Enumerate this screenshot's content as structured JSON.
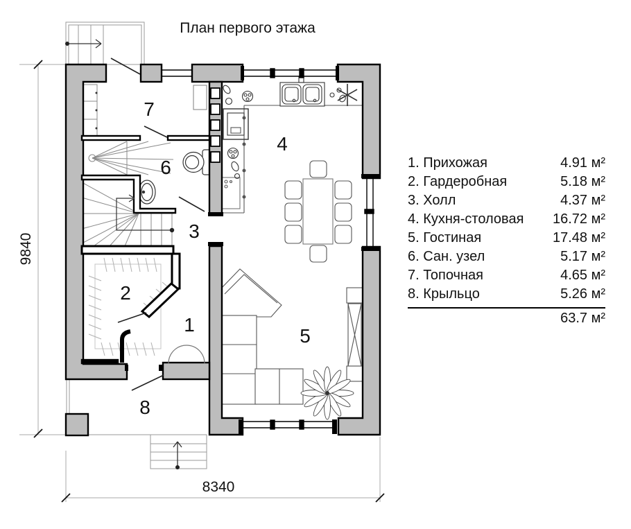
{
  "title": "План первого этажа",
  "legend": {
    "rooms": [
      {
        "num": "1",
        "label": "1. Прихожая",
        "area": "4.91 м²"
      },
      {
        "num": "2",
        "label": "2. Гардеробная",
        "area": "5.18 м²"
      },
      {
        "num": "3",
        "label": "3. Холл",
        "area": "4.37 м²"
      },
      {
        "num": "4",
        "label": "4. Кухня-столовая",
        "area": "16.72 м²"
      },
      {
        "num": "5",
        "label": "5. Гостиная",
        "area": "17.48 м²"
      },
      {
        "num": "6",
        "label": "6. Сан. узел",
        "area": "5.17 м²"
      },
      {
        "num": "7",
        "label": "7. Топочная",
        "area": "4.65 м²"
      },
      {
        "num": "8",
        "label": "8. Крыльцо",
        "area": "5.26 м²"
      }
    ],
    "total": "63.7 м²"
  },
  "dims": {
    "height": "9840",
    "width": "8340"
  },
  "colors": {
    "wall_fill": "#bdbdbd",
    "wall_stroke": "#000000",
    "thin_line": "#9a9a9a",
    "furniture_line": "#555555",
    "text": "#111111"
  }
}
